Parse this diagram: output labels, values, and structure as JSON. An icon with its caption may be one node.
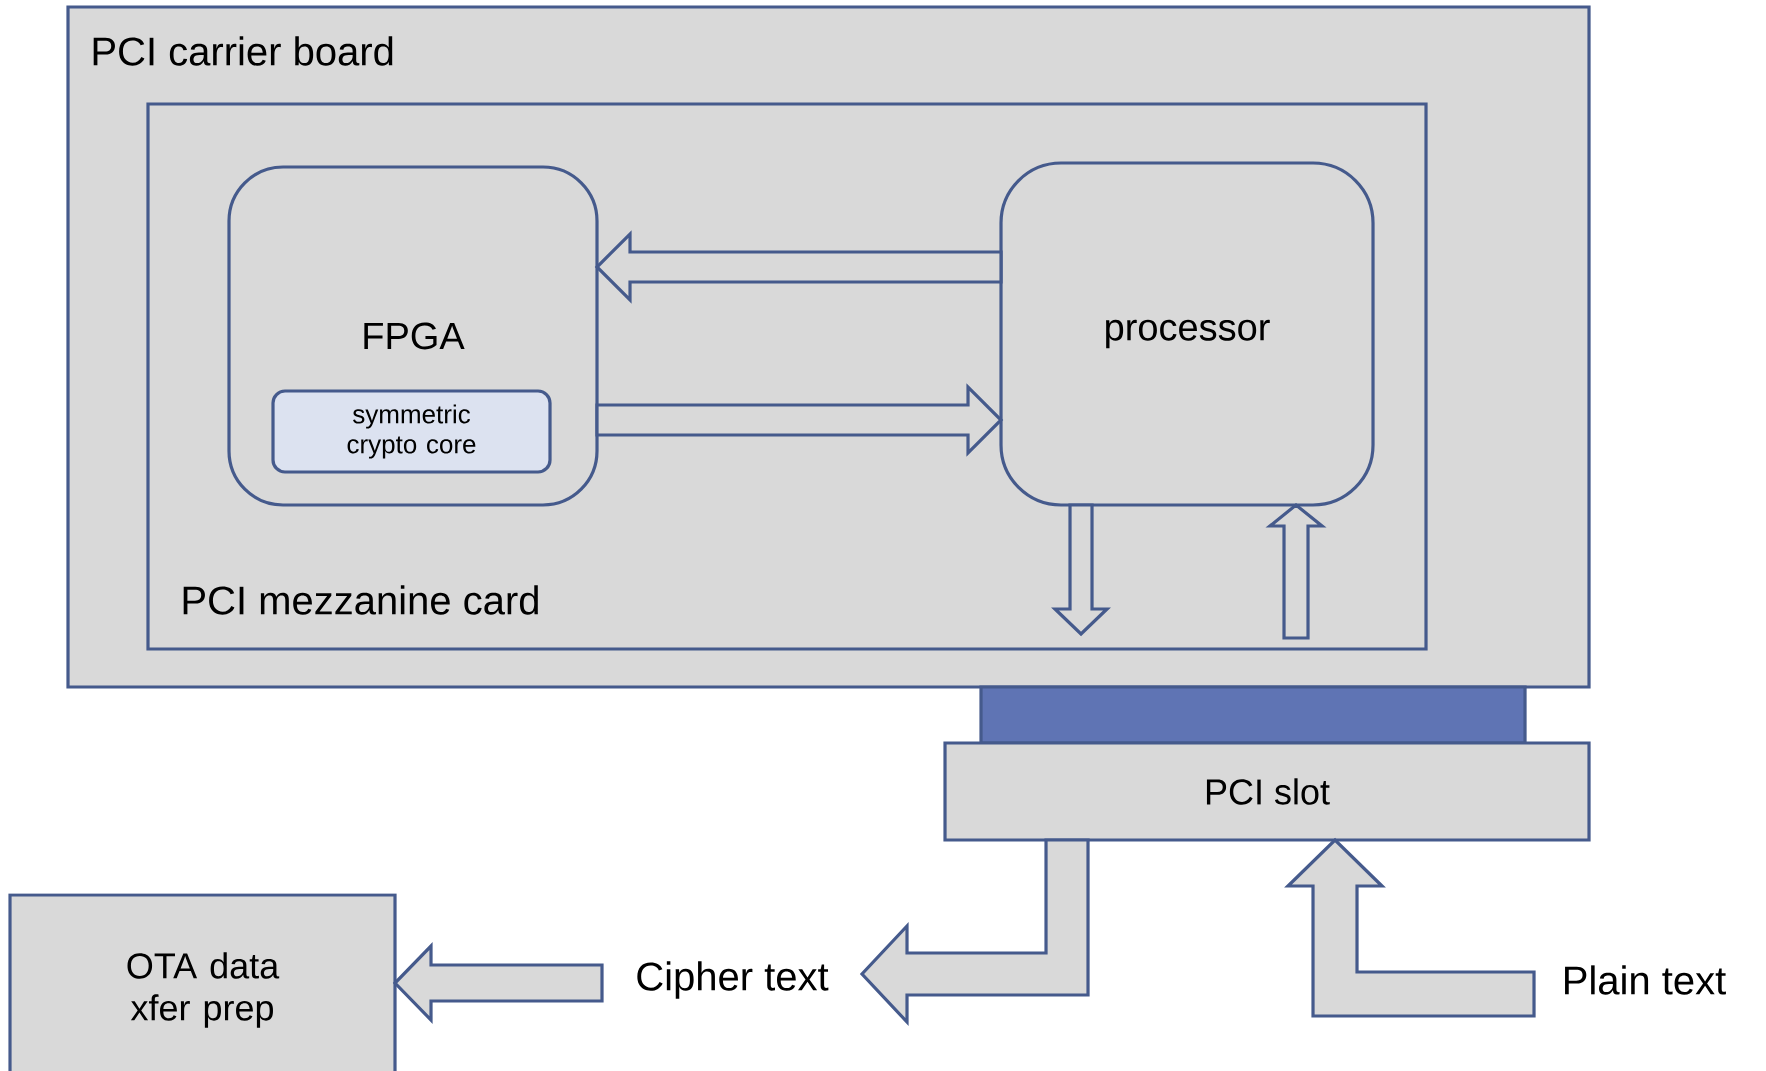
{
  "diagram": {
    "nodes": [
      {
        "text": [
          "PCI carrier board"
        ]
      },
      {
        "text": [
          "PCI mezzanine card"
        ],
        "in": 0
      },
      {
        "text": [
          "FPGA"
        ],
        "in": 1
      },
      {
        "text": [
          "symmetric crypto core"
        ],
        "in": 2
      },
      {
        "text": [
          "processor"
        ],
        "in": 1
      },
      {
        "text": [],
        "shape": "bar"
      },
      {
        "text": [
          "PCI slot"
        ]
      },
      {
        "text": [
          "OTA data xfer prep"
        ]
      },
      {
        "text": [
          "Cipher text"
        ]
      },
      {
        "text": [
          "Plain text"
        ]
      }
    ],
    "edges": [
      {
        "from": 4,
        "to": 2,
        "arrow": "to"
      },
      {
        "from": 2,
        "to": 4,
        "arrow": "to"
      },
      {
        "from": 4,
        "to": null,
        "arrow": "to"
      },
      {
        "from": null,
        "to": 4,
        "arrow": "to"
      },
      {
        "from": 6,
        "to": 8,
        "arrow": "to"
      },
      {
        "from": 9,
        "to": 6,
        "arrow": "to"
      },
      {
        "from": 8,
        "to": 7,
        "arrow": "to"
      }
    ]
  }
}
